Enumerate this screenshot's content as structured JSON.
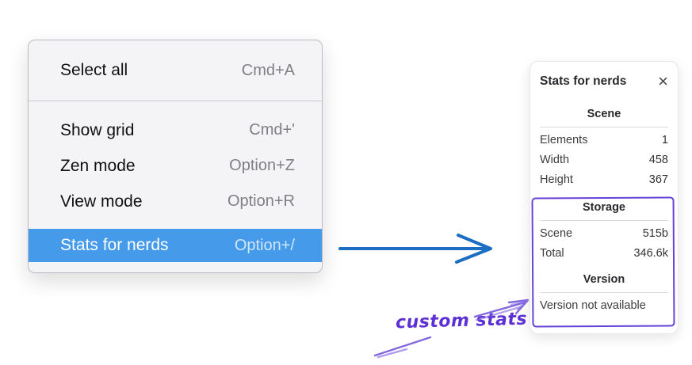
{
  "menu": {
    "items": [
      {
        "label": "Select all",
        "shortcut": "Cmd+A"
      },
      {
        "label": "Show grid",
        "shortcut": "Cmd+'"
      },
      {
        "label": "Zen mode",
        "shortcut": "Option+Z"
      },
      {
        "label": "View mode",
        "shortcut": "Option+R"
      },
      {
        "label": "Stats for nerds",
        "shortcut": "Option+/",
        "selected": true
      }
    ]
  },
  "panel": {
    "title": "Stats for nerds",
    "close_glyph": "×",
    "sections": [
      {
        "title": "Scene",
        "rows": [
          {
            "label": "Elements",
            "value": "1"
          },
          {
            "label": "Width",
            "value": "458"
          },
          {
            "label": "Height",
            "value": "367"
          }
        ]
      },
      {
        "title": "Storage",
        "rows": [
          {
            "label": "Scene",
            "value": "515b"
          },
          {
            "label": "Total",
            "value": "346.6k"
          }
        ]
      },
      {
        "title": "Version",
        "note": "Version not available"
      }
    ]
  },
  "annotation": {
    "label": "custom stats"
  },
  "colors": {
    "menu_highlight": "#459bea",
    "arrow_blue": "#1b6ec2",
    "annotation_purple": "#6741d9",
    "annotation_arrow_purple": "#8468e0"
  }
}
